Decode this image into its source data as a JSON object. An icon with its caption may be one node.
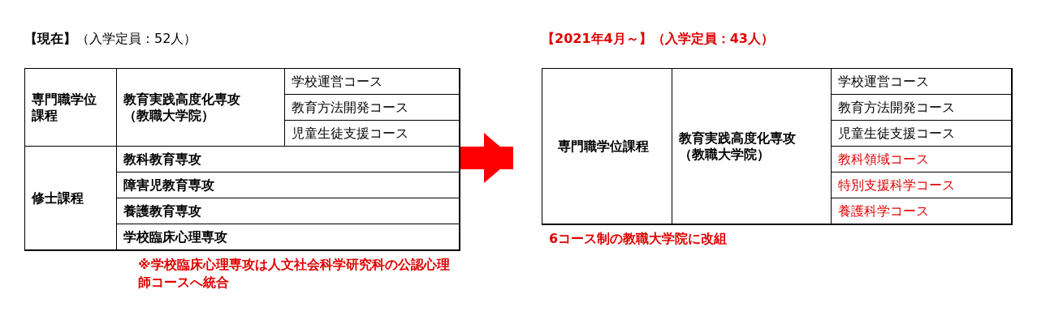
{
  "diagram": {
    "nodes": [
      {
        "text": [
          "専門職学位課程",
          "教育実践高度化専攻（教職大学院）",
          "学校運営コース",
          "教育方法開発コース",
          "児童生徒支援コース",
          "修士課程",
          "教科教育専攻",
          "障害児教育専攻",
          "養護教育専攻",
          "学校臨床心理専攻"
        ],
        "beside": [
          "**【現在】**（入学定員：52人）",
          "※学校臨床心理専攻は人文社会科学研究科の公認心理師コースへ統合"
        ]
      },
      {
        "text": [
          "専門職学位課程",
          "教育実践高度化専攻（教職大学院）",
          "学校運営コース",
          "教育方法開発コース",
          "児童生徒支援コース",
          "教科領域コース",
          "特別支援科学コース",
          "養護科学コース"
        ],
        "beside": [
          "【2021年4月～】（入学定員：43人）",
          "6コース制の教職大学院に改組"
        ]
      }
    ],
    "edges": [
      {
        "from": 0,
        "to": 1,
        "arrow": "to"
      }
    ]
  }
}
